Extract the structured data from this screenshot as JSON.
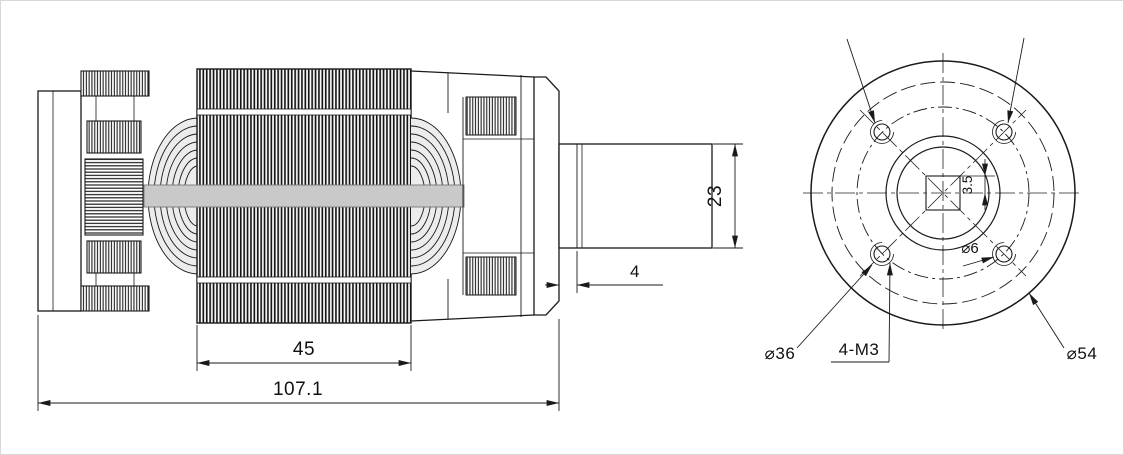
{
  "page": {
    "background": "#ffffff",
    "border_color": "#d8d8d8",
    "line_color": "#1a1a1a",
    "shaft_fill": "#c9c9c9",
    "coil_fill": "#ececec"
  },
  "side_view": {
    "dim_stack_length": "45",
    "dim_overall_length": "107.1",
    "dim_shaft_diameter": "23",
    "dim_shoulder": "4"
  },
  "end_view": {
    "dim_bolt_circle": "⌀36",
    "dim_tapped_holes": "4-M3",
    "dim_outer_diameter": "⌀54",
    "dim_hole_diameter": "⌀6",
    "dim_center_offset": "3.5"
  }
}
